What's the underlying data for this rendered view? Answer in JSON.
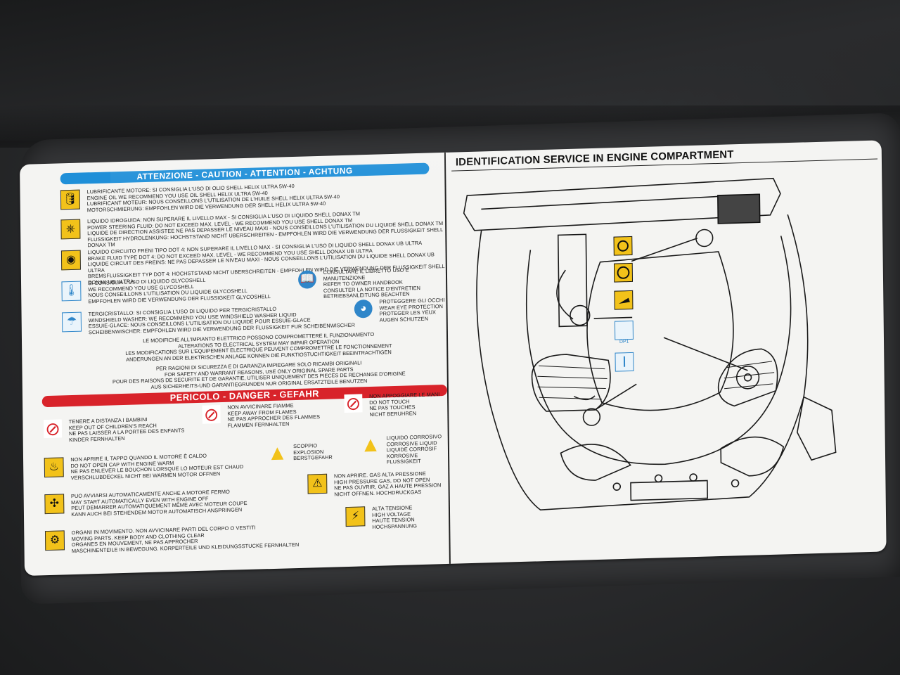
{
  "left": {
    "caution_title": "ATTENZIONE - CAUTION - ATTENTION - ACHTUNG",
    "caution_items": [
      {
        "icon": "oil-can-icon",
        "text": "LUBRIFICANTE MOTORE: SI CONSIGLIA L'USO DI OLIO SHELL HELIX ULTRA 5W-40\nENGINE OIL WE RECOMMEND YOU USE OIL SHELL HELIX ULTRA 5W-40\nLUBRIFICANT MOTEUR: NOUS CONSEILLONS L'UTILISATION DE L'HUILE SHELL HELIX ULTRA 5W-40\nMOTORSCHMIERUNG: EMPFOHLEN WIRD DIE VERWENDUNG DER SHELL HELIX ULTRA 5W-40"
      },
      {
        "icon": "steering-wheel-icon",
        "text": "LIQUIDO IDROGUIDA: NON SUPERARE IL LIVELLO MAX - SI CONSIGLIA L'USO DI LIQUIDO SHELL DONAX TM\nPOWER STEERING FLUID: DO NOT EXCEED MAX. LEVEL - WE RECOMMEND YOU USE SHELL DONAX TM\nLIQUIDE DE DIRECTION ASSISTEE NE PAS DEPASSER LE NIVEAU MAXI - NOUS CONSEILLONS L'UTILISATION DU LIQUIDE SHELL DONAX TM\nFLUSSIGKEIT HYDROLENKUNG: HOCHSTSTAND NICHT UBERSCHREITEN - EMPFOHLEN WIRD DIE VERWENDUNG DER FLUSSIGKEIT SHELL DONAX TM"
      },
      {
        "icon": "brake-fluid-icon",
        "text": "LIQUIDO CIRCUITO FRENI TIPO DOT 4: NON SUPERARE IL LIVELLO MAX - SI CONSIGLIA L'USO DI LIQUIDO SHELL DONAX UB ULTRA\nBRAKE FLUID TYPE DOT 4: DO NOT EXCEED MAX. LEVEL - WE RECOMMEND YOU USE SHELL DONAX UB ULTRA\nLIQUIDE CIRCUIT DES FREINS: NE PAS DEPASSER LE NIVEAU MAXI - NOUS CONSEILLONS L'UTILISATION DU LIQUIDE SHELL DONAX UB ULTRA\nBREMSFLUSSIGKEIT TYP DOT 4: HOCHSTSTAND NICHT UBERSCHREITEN - EMPFOHLEN WIRD DIE VERWENDUNG DER FLUSSIGKEIT SHELL DONAX UB ULTRA"
      },
      {
        "icon": "coolant-icon",
        "text": "SI CONSIGLIA L'USO DI LIQUIDO GLYCOSHELL\nWE RECOMMEND YOU USE GLYCOSHELL\nNOUS CONSEILLONS L'UTILISATION DU LIQUIDE GLYCOSHELL\nEMPFOHLEN WIRD DIE VERWENDUNG DER FLUSSIGKEIT GLYCOSHELL"
      },
      {
        "icon": "washer-fluid-icon",
        "text": "TERGICRISTALLO: SI CONSIGLIA L'USO DI LIQUIDO PER TERGICRISTALLO\nWINDSHIELD WASHER: WE RECOMMEND YOU USE WINDSHIELD WASHER LIQUID\nESSUIE-GLACE: NOUS CONSEILLONS L'UTILISATION DU LIQUIDE POUR ESSUIE-GLACE\nSCHEIBENWISCHER: EMPFOHLEN WIRD DIE VERWENDUNG DER FLUSSIGKEIT FUR SCHEIBENWISCHER"
      }
    ],
    "handbook_text": "CONSULTARE IL LIBRETTO USO E MANUTENZIONE\nREFER TO OWNER HANDBOOK\nCONSULTER LA NOTICE D'ENTRETIEN\nBETRIEBSANLEITUNG BEACHTEN",
    "eye_text": "PROTEGGERE GLI OCCHI\nWEAR EYE PROTECTION\nPROTEGER LES YEUX\nAUGEN SCHUTZEN",
    "electrical_text": "LE MODIFICHE ALL'IMPIANTO ELETTRICO POSSONO COMPROMETTERE IL FUNZIONAMENTO\nALTERATIONS TO ELECTRICAL SYSTEM MAY IMPAIR OPERATION\nLES MODIFICATIONS SUR L'EQUIPEMENT ELECTRIQUE PEUVENT COMPROMETTRE LE FONCTIONNEMENT\nANDERUNGEN AN DER ELEKTRISCHEN ANLAGE KONNEN DIE FUNKTIOSTUCHTIGKEIT BEEINTRACHTIGEN",
    "spare_text": "PER RAGIONI DI SICUREZZA E DI GARANZIA IMPIEGARE SOLO RICAMBI ORIGINALI\nFOR SAFETY AND WARRANT REASONS, USE ONLY ORIGINAL SPARE PARTS\nPOUR DES RAISONS DE SECURITE ET DE GARANTIE, UTILISER UNIQUEMENT DES PIECES DE RECHANGE D'ORIGINE\nAUS SICHERHEITS-UND GARANTIEGRUNDEN NUR ORIGINAL ERSATZTEILE BENUTZEN",
    "danger_title": "PERICOLO - DANGER - GEFAHR",
    "children_text": "TENERE A DISTANZA I BAMBINI\nKEEP OUT OF CHILDREN'S REACH\nNE PAS LAISSER A LA PORTEE DES ENFANTS\nKINDER FERNHALTEN",
    "flame_text": "NON AVVICINARE FIAMME\nKEEP AWAY FROM FLAMES\nNE PAS APPROCHER DES FLAMMES\nFLAMMEN FERNHALTEN",
    "hands_text": "NON APPOGGIARE LE MANI\nDO NOT TOUCH\nNE PAS TOUCHES\nNICHT BERUHREN",
    "cap_text": "NON APRIRE IL TAPPO QUANDO IL MOTORE È CALDO\nDO NOT OPEN CAP WITH ENGINE WARM\nNE PAS ENLEVER LE BOUCHON LORSQUE LO MOTEUR EST CHAUD\nVERSCHLUBDECKEL NICHT BEI WARMEN MOTOR OFFNEN",
    "explosion_text": "SCOPPIO\nEXPLOSION\nBERSTGEFAHR",
    "corrosive_text": "LIQUIDO CORROSIVO\nCORROSIVE LIQUID\nLIQUIDE CORROSIF\nKORROSIVE FLUSSIGKEIT",
    "fan_text": "PUO AVVIARSI AUTOMATICAMENTE ANCHE A MOTORE FERMO\nMAY START AUTOMATICALLY EVEN WITH ENGINE OFF\nPEUT DEMARRER AUTOMATIQUEMENT MÊME AVEC MOTEUR COUPE\nKANN AUCH BEI STEHENDEM MOTOR AUTOMATISCH ANSPRINGEN",
    "gas_text": "NON APRIRE. GAS ALTA PRESSIONE\nHIGH PRESSURE GAS, DO NOT OPEN\nNE PAS OUVRIR, GAZ A HAUTE PRESSION\nNICHT OFFNEN. HOCHDRUCKGAS",
    "moving_text": "ORGANI IN MOVIMENTO. NON AVVICINARE PARTI DEL CORPO O VESTITI\nMOVING PARTS. KEEP BODY AND CLOTHING CLEAR\nORGANES EN MOUVEMENT, NE PAS APPROCHER\nMASCHINENTEILE IN BEWEGUNG. KORPERTEILE UND KLEIDUNGSSTUCKE FERNHALTEN",
    "voltage_text": "ALTA TENSIONE\nHIGH VOLTAGE\nHAUTE TENSION\nHOCHSPANNUNG"
  },
  "right": {
    "title": "IDENTIFICATION SERVICE IN ENGINE COMPARTMENT",
    "dp1_label": "DP1"
  },
  "colors": {
    "caution_blue": "#1f8fd8",
    "danger_red": "#d8232a",
    "warning_yellow": "#f2c21a"
  }
}
